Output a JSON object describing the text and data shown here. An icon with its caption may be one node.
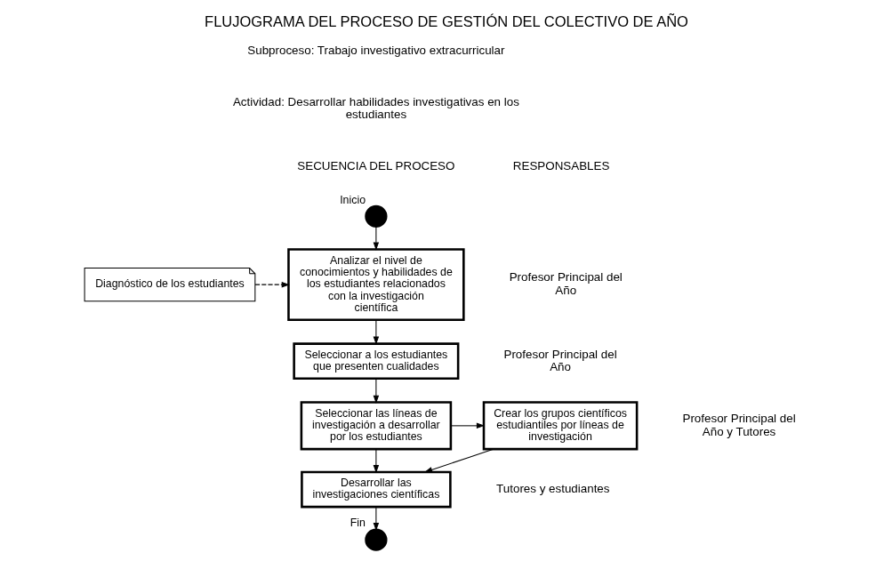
{
  "diagram": {
    "title": "FLUJOGRAMA DEL PROCESO DE GESTIÓN DEL COLECTIVO DE AÑO",
    "nodes": [
      {
        "text": [],
        "shape": "circle",
        "beside": [
          "Inicio"
        ]
      },
      {
        "text": [
          "Diagnóstico de los estudiantes"
        ]
      },
      {
        "text": [
          "Analizar el nivel de conocimientos y habilidades de los estudiantes relacionados con la investigación científica"
        ]
      },
      {
        "text": [
          "Seleccionar a los estudiantes que presenten cualidades"
        ]
      },
      {
        "text": [
          "Seleccionar las líneas de investigación a desarrollar por los estudiantes"
        ]
      },
      {
        "text": [
          "Crear los grupos científicos estudiantiles por líneas de investigación"
        ]
      },
      {
        "text": [
          "Desarrollar las investigaciones científicas"
        ]
      },
      {
        "text": [],
        "shape": "circle",
        "beside": [
          "Fin"
        ]
      }
    ],
    "edges": [
      {
        "from": 0,
        "to": 2,
        "arrow": "to"
      },
      {
        "from": 1,
        "to": 2,
        "arrow": "to",
        "style": "dashed"
      },
      {
        "from": 2,
        "to": 3,
        "arrow": "to"
      },
      {
        "from": 3,
        "to": 4,
        "arrow": "to"
      },
      {
        "from": 4,
        "to": 5,
        "arrow": "to"
      },
      {
        "from": 4,
        "to": 6,
        "arrow": "to"
      },
      {
        "from": 5,
        "to": 6,
        "arrow": "to"
      },
      {
        "from": 6,
        "to": 7,
        "arrow": "to"
      }
    ],
    "labels": [
      "Subproceso: Trabajo investigativo extracurricular",
      "Actividad: Desarrollar habilidades investigativas en los estudiantes",
      "SECUENCIA DEL PROCESO",
      "RESPONSABLES",
      "Profesor Principal del Año",
      "Profesor Principal del Año",
      "Profesor Principal del Año y Tutores",
      "Tutores y estudiantes"
    ]
  }
}
